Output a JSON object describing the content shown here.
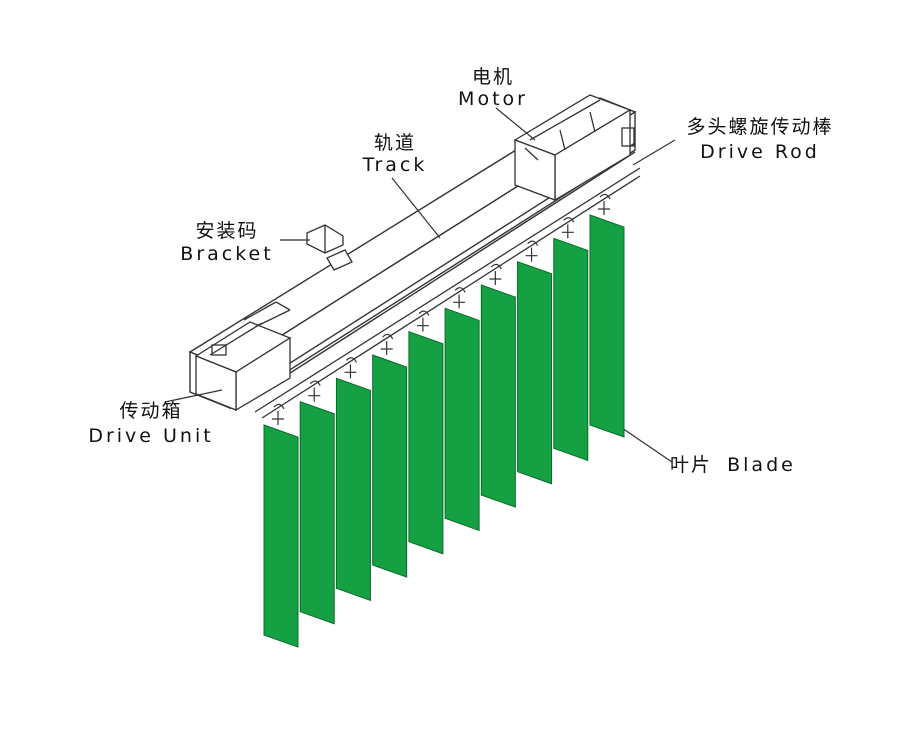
{
  "labels": {
    "motor": {
      "cn": "电机",
      "en": "Motor"
    },
    "track": {
      "cn": "轨道",
      "en": "Track"
    },
    "drive_rod": {
      "cn": "多头螺旋传动棒",
      "en": "Drive Rod"
    },
    "bracket": {
      "cn": "安装码",
      "en": "Bracket"
    },
    "drive_unit": {
      "cn": "传动箱",
      "en": "Drive Unit"
    },
    "blade": {
      "cn": "叶片",
      "en": "Blade"
    }
  },
  "blades": {
    "count": 10
  },
  "colors": {
    "blade_fill": "#14a043",
    "blade_edge": "#0a6b2a",
    "line": "#333333",
    "background": "#ffffff"
  }
}
